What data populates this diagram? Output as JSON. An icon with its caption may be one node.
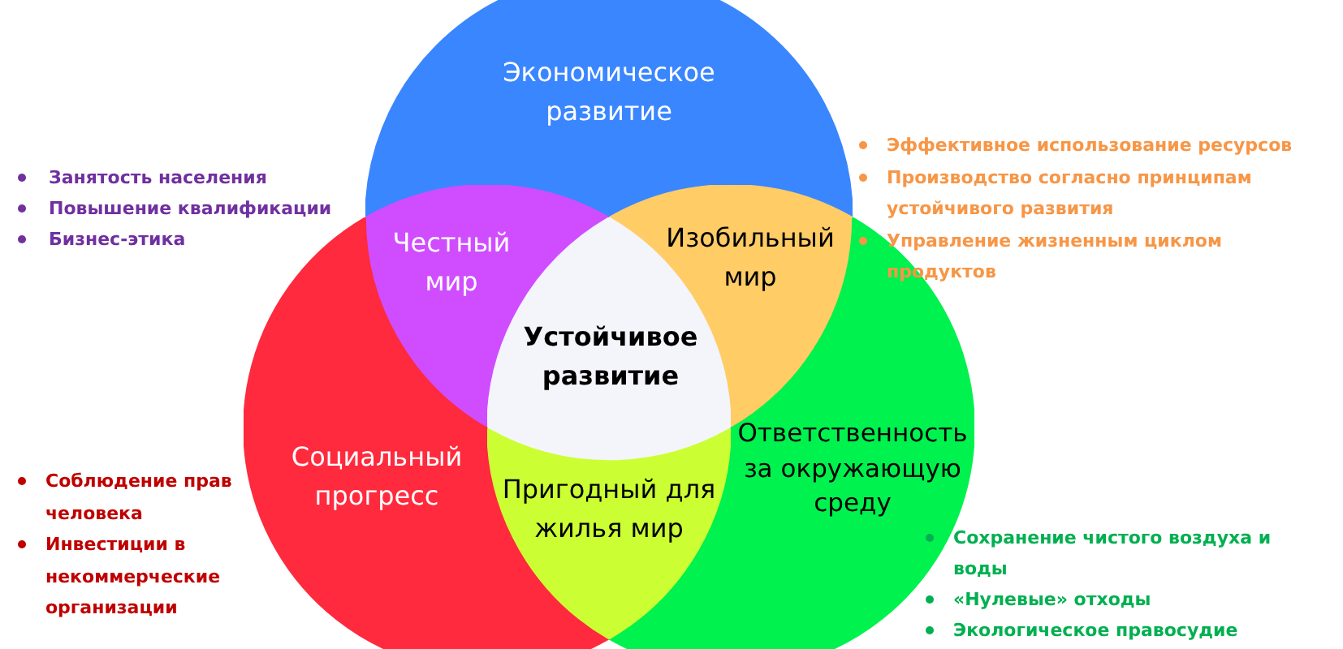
{
  "diagram": {
    "nodes": [
      {
        "text": [
          "Экономическое развитие"
        ]
      },
      {
        "text": [
          "Честный мир"
        ]
      },
      {
        "text": [
          "Изобильный мир"
        ]
      },
      {
        "text": [
          "Устойчивое развитие"
        ]
      },
      {
        "text": [
          "Социальный прогресс"
        ],
        "beside": [
          "Соблюдение прав человека",
          "Инвестиции в некоммерческие организации"
        ]
      },
      {
        "text": [
          "Ответственность за окружающую среду"
        ],
        "beside": [
          "Сохранение чистого воздуха и воды",
          "«Нулевые» отходы",
          "Экологическое правосудие"
        ]
      },
      {
        "text": [
          "Пригодный для жилья мир"
        ]
      }
    ],
    "labels": [
      "Занятость населения",
      "Повышение квалификации",
      "Бизнес-этика",
      "Эффективное использование ресурсов",
      "Производство согласно принципам устойчивого развития",
      "Управление жизненным циклом продуктов"
    ]
  }
}
